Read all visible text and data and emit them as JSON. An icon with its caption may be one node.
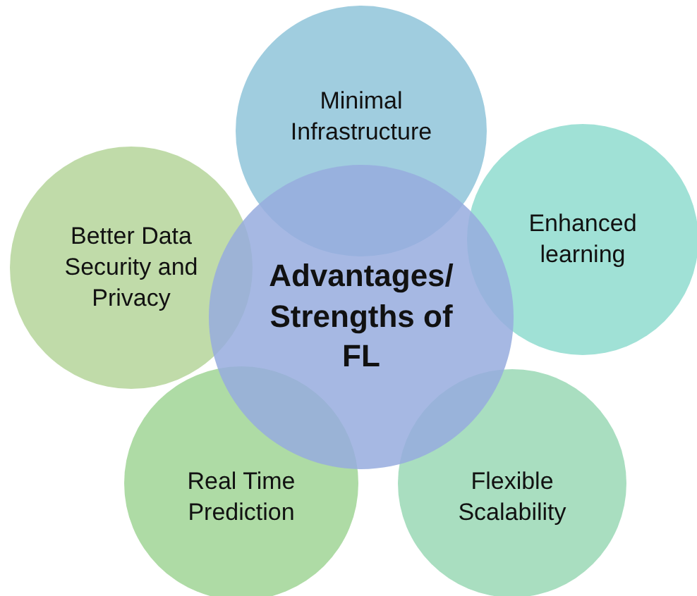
{
  "diagram": {
    "nodes": [
      {
        "text": [
          "Advantages/ Strengths of FL"
        ]
      },
      {
        "text": [
          "Minimal Infrastructure"
        ]
      },
      {
        "text": [
          "Enhanced learning"
        ]
      },
      {
        "text": [
          "Flexible Scalability"
        ]
      },
      {
        "text": [
          "Real Time Prediction"
        ]
      },
      {
        "text": [
          "Better Data Security and Privacy"
        ]
      }
    ]
  }
}
